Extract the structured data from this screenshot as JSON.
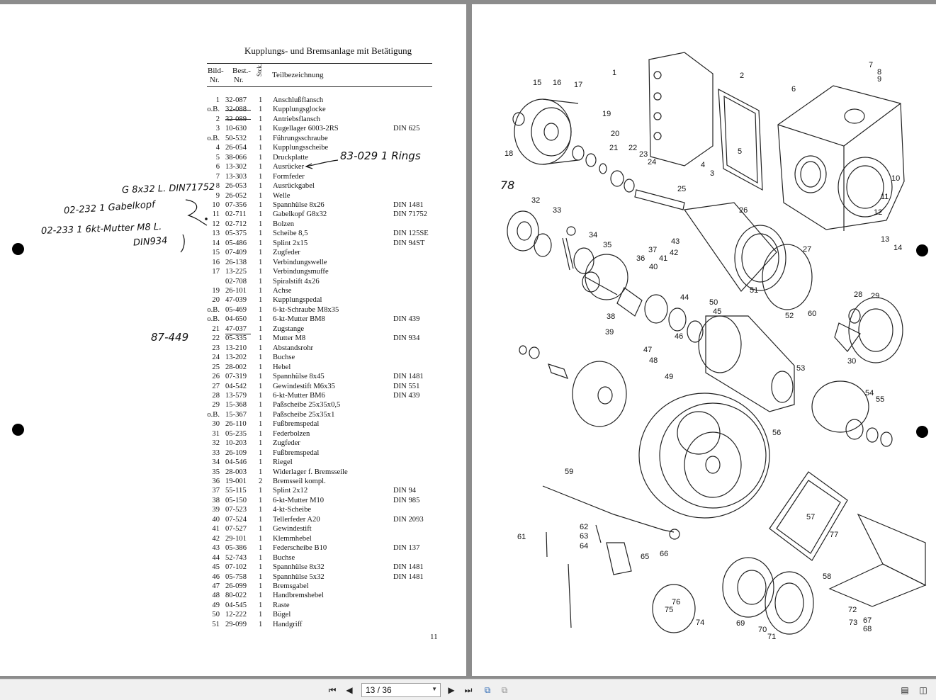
{
  "document": {
    "title": "Kupplungs- und Bremsanlage mit Betätigung",
    "header": {
      "bild": "Bild-",
      "nr1": "Nr.",
      "best": "Best.-",
      "nr2": "Nr.",
      "stck": "Stck.",
      "teil": "Teilbezeichnung"
    },
    "rows": [
      {
        "nr": "1",
        "best": "32-087",
        "qty": "1",
        "name": "Anschlußflansch",
        "din": ""
      },
      {
        "nr": "o.B.",
        "best": "32-088",
        "qty": "1",
        "name": "Kupplungsglocke",
        "din": ""
      },
      {
        "nr": "2",
        "best": "32-089",
        "qty": "1",
        "name": "Antriebsflansch",
        "din": ""
      },
      {
        "nr": "3",
        "best": "10-630",
        "qty": "1",
        "name": "Kugellager 6003-2RS",
        "din": "DIN 625"
      },
      {
        "nr": "o.B.",
        "best": "50-532",
        "qty": "1",
        "name": "Führungsschraube",
        "din": ""
      },
      {
        "nr": "4",
        "best": "26-054",
        "qty": "1",
        "name": "Kupplungsscheibe",
        "din": ""
      },
      {
        "nr": "5",
        "best": "38-066",
        "qty": "1",
        "name": "Druckplatte",
        "din": ""
      },
      {
        "nr": "6",
        "best": "13-302",
        "qty": "1",
        "name": "Ausrücker",
        "din": ""
      },
      {
        "nr": "7",
        "best": "13-303",
        "qty": "1",
        "name": "Formfeder",
        "din": ""
      },
      {
        "nr": "8",
        "best": "26-053",
        "qty": "1",
        "name": "Ausrückgabel",
        "din": ""
      },
      {
        "nr": "9",
        "best": "26-052",
        "qty": "1",
        "name": "Welle",
        "din": ""
      },
      {
        "nr": "10",
        "best": "07-356",
        "qty": "1",
        "name": "Spannhülse 8x26",
        "din": "DIN 1481"
      },
      {
        "nr": "11",
        "best": "02-711",
        "qty": "1",
        "name": "Gabelkopf G8x32",
        "din": "DIN 71752"
      },
      {
        "nr": "12",
        "best": "02-712",
        "qty": "1",
        "name": "Bolzen",
        "din": ""
      },
      {
        "nr": "13",
        "best": "05-375",
        "qty": "1",
        "name": "Scheibe 8,5",
        "din": "DIN 125SE"
      },
      {
        "nr": "14",
        "best": "05-486",
        "qty": "1",
        "name": "Splint 2x15",
        "din": "DIN 94ST"
      },
      {
        "nr": "15",
        "best": "07-409",
        "qty": "1",
        "name": "Zugfeder",
        "din": ""
      },
      {
        "nr": "16",
        "best": "26-138",
        "qty": "1",
        "name": "Verbindungswelle",
        "din": ""
      },
      {
        "nr": "17",
        "best": "13-225",
        "qty": "1",
        "name": "Verbindungsmuffe",
        "din": ""
      },
      {
        "nr": "",
        "best": "02-708",
        "qty": "1",
        "name": "Spiralstift 4x26",
        "din": ""
      },
      {
        "nr": "19",
        "best": "26-101",
        "qty": "1",
        "name": "Achse",
        "din": ""
      },
      {
        "nr": "20",
        "best": "47-039",
        "qty": "1",
        "name": "Kupplungspedal",
        "din": ""
      },
      {
        "nr": "o.B.",
        "best": "05-469",
        "qty": "1",
        "name": "6-kt-Schraube M8x35",
        "din": ""
      },
      {
        "nr": "o.B.",
        "best": "04-650",
        "qty": "1",
        "name": "6-kt-Mutter BM8",
        "din": "DIN 439"
      },
      {
        "nr": "21",
        "best": "47-037",
        "qty": "1",
        "name": "Zugstange",
        "din": ""
      },
      {
        "nr": "22",
        "best": "05-335",
        "qty": "1",
        "name": "Mutter M8",
        "din": "DIN 934"
      },
      {
        "nr": "23",
        "best": "13-210",
        "qty": "1",
        "name": "Abstandsrohr",
        "din": ""
      },
      {
        "nr": "24",
        "best": "13-202",
        "qty": "1",
        "name": "Buchse",
        "din": ""
      },
      {
        "nr": "25",
        "best": "28-002",
        "qty": "1",
        "name": "Hebel",
        "din": ""
      },
      {
        "nr": "26",
        "best": "07-319",
        "qty": "1",
        "name": "Spannhülse 8x45",
        "din": "DIN 1481"
      },
      {
        "nr": "27",
        "best": "04-542",
        "qty": "1",
        "name": "Gewindestift M6x35",
        "din": "DIN 551"
      },
      {
        "nr": "28",
        "best": "13-579",
        "qty": "1",
        "name": "6-kt-Mutter BM6",
        "din": "DIN 439"
      },
      {
        "nr": "29",
        "best": "15-368",
        "qty": "1",
        "name": "Paßscheibe 25x35x0,5",
        "din": ""
      },
      {
        "nr": "o.B.",
        "best": "15-367",
        "qty": "1",
        "name": "Paßscheibe 25x35x1",
        "din": ""
      },
      {
        "nr": "30",
        "best": "26-110",
        "qty": "1",
        "name": "Fußbremspedal",
        "din": ""
      },
      {
        "nr": "31",
        "best": "05-235",
        "qty": "1",
        "name": "Federbolzen",
        "din": ""
      },
      {
        "nr": "32",
        "best": "10-203",
        "qty": "1",
        "name": "Zugfeder",
        "din": ""
      },
      {
        "nr": "33",
        "best": "26-109",
        "qty": "1",
        "name": "Fußbremspedal",
        "din": ""
      },
      {
        "nr": "34",
        "best": "04-546",
        "qty": "1",
        "name": "Riegel",
        "din": ""
      },
      {
        "nr": "35",
        "best": "28-003",
        "qty": "1",
        "name": "Widerlager f. Bremsseile",
        "din": ""
      },
      {
        "nr": "36",
        "best": "19-001",
        "qty": "2",
        "name": "Bremsseil kompl.",
        "din": ""
      },
      {
        "nr": "37",
        "best": "55-115",
        "qty": "1",
        "name": "Splint 2x12",
        "din": "DIN 94"
      },
      {
        "nr": "38",
        "best": "05-150",
        "qty": "1",
        "name": "6-kt-Mutter M10",
        "din": "DIN 985"
      },
      {
        "nr": "39",
        "best": "07-523",
        "qty": "1",
        "name": "4-kt-Scheibe",
        "din": ""
      },
      {
        "nr": "40",
        "best": "07-524",
        "qty": "1",
        "name": "Tellerfeder A20",
        "din": "DIN 2093"
      },
      {
        "nr": "41",
        "best": "07-527",
        "qty": "1",
        "name": "Gewindestift",
        "din": ""
      },
      {
        "nr": "42",
        "best": "29-101",
        "qty": "1",
        "name": "Klemmhebel",
        "din": ""
      },
      {
        "nr": "43",
        "best": "05-386",
        "qty": "1",
        "name": "Federscheibe B10",
        "din": "DIN 137"
      },
      {
        "nr": "44",
        "best": "52-743",
        "qty": "1",
        "name": "Buchse",
        "din": ""
      },
      {
        "nr": "45",
        "best": "07-102",
        "qty": "1",
        "name": "Spannhülse 8x32",
        "din": "DIN 1481"
      },
      {
        "nr": "46",
        "best": "05-758",
        "qty": "1",
        "name": "Spannhülse 5x32",
        "din": "DIN 1481"
      },
      {
        "nr": "47",
        "best": "26-099",
        "qty": "1",
        "name": "Bremsgabel",
        "din": ""
      },
      {
        "nr": "48",
        "best": "80-022",
        "qty": "1",
        "name": "Handbremshebel",
        "din": ""
      },
      {
        "nr": "49",
        "best": "04-545",
        "qty": "1",
        "name": "Raste",
        "din": ""
      },
      {
        "nr": "50",
        "best": "12-222",
        "qty": "1",
        "name": "Bügel",
        "din": ""
      },
      {
        "nr": "51",
        "best": "29-099",
        "qty": "1",
        "name": "Handgriff",
        "din": ""
      }
    ],
    "page_number": "11",
    "handwritten": {
      "replacement_5": "83-029  1 Rings",
      "g8x32": "G 8x32 L. DIN71752",
      "gabelkopf": "02-232  1 Gabelkopf",
      "mutter": "02-233  1 6kt-Mutter M8 L.",
      "din934": "DIN934",
      "zugstange": "87-449",
      "seventy_eight": "78"
    }
  },
  "diagram": {
    "callouts": [
      "1",
      "2",
      "3",
      "4",
      "5",
      "6",
      "7",
      "8",
      "9",
      "10",
      "11",
      "12",
      "13",
      "14",
      "15",
      "16",
      "17",
      "18",
      "19",
      "20",
      "21",
      "22",
      "23",
      "24",
      "25",
      "26",
      "27",
      "28",
      "29",
      "30",
      "32",
      "33",
      "34",
      "35",
      "36",
      "37",
      "38",
      "39",
      "40",
      "41",
      "42",
      "43",
      "44",
      "45",
      "46",
      "47",
      "48",
      "49",
      "50",
      "51",
      "52",
      "53",
      "54",
      "55",
      "56",
      "57",
      "58",
      "59",
      "60",
      "61",
      "62",
      "63",
      "64",
      "65",
      "66",
      "67",
      "68",
      "69",
      "70",
      "71",
      "72",
      "73",
      "74",
      "75",
      "76",
      "77"
    ]
  },
  "toolbar": {
    "page_indicator": "13 / 36",
    "icons": {
      "first": "first-page-icon",
      "prev": "previous-page-icon",
      "next": "next-page-icon",
      "last": "last-page-icon",
      "single": "single-page-view-icon",
      "double": "two-page-view-icon",
      "rotate": "rotate-icon",
      "export": "export-icon"
    }
  }
}
